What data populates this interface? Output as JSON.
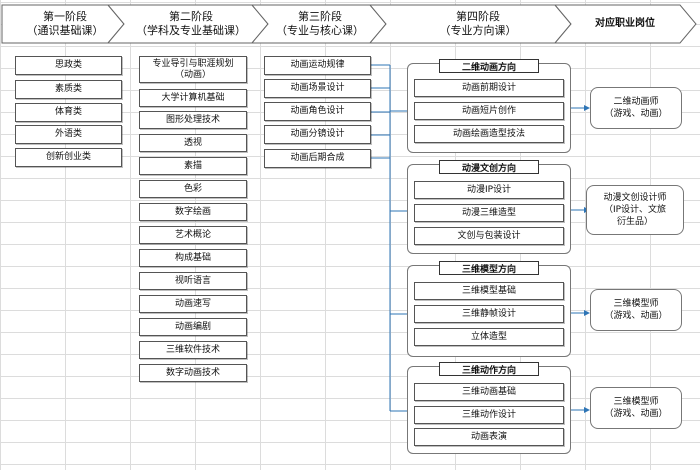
{
  "header": {
    "stage1": "第一阶段\n（通识基础课）",
    "stage2": "第二阶段\n（学科及专业基础课）",
    "stage3": "第三阶段\n（专业与核心课）",
    "stage4": "第四阶段\n（专业方向课）",
    "careers": "对应职业岗位"
  },
  "stage1": [
    "思政类",
    "素质类",
    "体育类",
    "外语类",
    "创新创业类"
  ],
  "stage2": [
    "专业导引与职涯规划\n（动画）",
    "大学计算机基础",
    "图形处理技术",
    "透视",
    "素描",
    "色彩",
    "数字绘画",
    "艺术概论",
    "构成基础",
    "视听语言",
    "动画速写",
    "动画编剧",
    "三维软件技术",
    "数字动画技术"
  ],
  "stage3": [
    "动画运动规律",
    "动画场景设计",
    "动画角色设计",
    "动画分镜设计",
    "动画后期合成"
  ],
  "directions": [
    {
      "title": "二维动画方向",
      "courses": [
        "动画前期设计",
        "动画短片创作",
        "动画绘画造型技法"
      ],
      "career": "二维动画师\n（游戏、动画）"
    },
    {
      "title": "动漫文创方向",
      "courses": [
        "动漫IP设计",
        "动漫三维造型",
        "文创与包装设计"
      ],
      "career": "动漫文创设计师\n（IP设计、文旅\n衍生品）"
    },
    {
      "title": "三维模型方向",
      "courses": [
        "三维模型基础",
        "三维静帧设计",
        "立体造型"
      ],
      "career": "三维模型师\n（游戏、动画）"
    },
    {
      "title": "三维动作方向",
      "courses": [
        "三维动画基础",
        "三维动作设计",
        "动画表演"
      ],
      "career": "三维模型师\n（游戏、动画）"
    }
  ],
  "colors": {
    "line": "#2e75b6",
    "border": "#555555"
  }
}
